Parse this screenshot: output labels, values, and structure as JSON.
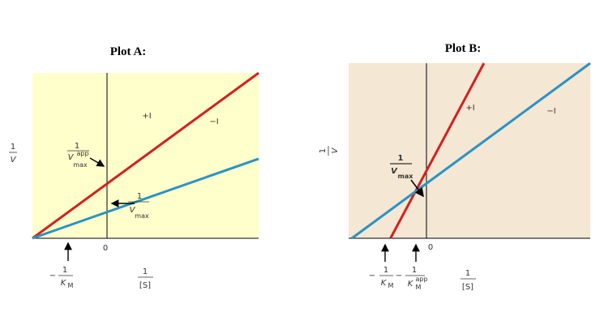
{
  "chart_data": [
    {
      "type": "line",
      "title": "Plot A:",
      "ylabel": {
        "num": "1",
        "den": "V"
      },
      "xlabel": {
        "num": "1",
        "den": "[S]"
      },
      "xlim": [
        -1.2,
        2.4
      ],
      "ylim": [
        0,
        2.6
      ],
      "x_tick_labels": [
        "0"
      ],
      "background": "#ffffcc",
      "series": [
        {
          "name": "+I",
          "color": "#d42020",
          "points": [
            [
              -1.2,
              0
            ],
            [
              2.4,
              2.6
            ]
          ]
        },
        {
          "name": "−I",
          "color": "#2a93c4",
          "points": [
            [
              -1.2,
              0
            ],
            [
              2.4,
              1.25
            ]
          ]
        }
      ],
      "annotations": [
        {
          "num": "1",
          "den_main": "V",
          "den_sup": "app",
          "den_sub": "max"
        },
        {
          "num": "1",
          "den_main": "V",
          "den_sub": "max"
        },
        {
          "prefix": "−",
          "num": "1",
          "den_main": "K",
          "den_sub": "M"
        }
      ]
    },
    {
      "type": "line",
      "title": "Plot B:",
      "ylabel": {
        "num": "1",
        "den": "V"
      },
      "xlabel": {
        "num": "1",
        "den": "[S]"
      },
      "xlim": [
        -1.25,
        2.5
      ],
      "ylim": [
        0,
        2.4
      ],
      "x_tick_labels": [
        "0"
      ],
      "background": "#f4e7d3",
      "series": [
        {
          "name": "+I",
          "color": "#d42020",
          "points": [
            [
              -0.6,
              0
            ],
            [
              0.85,
              2.4
            ]
          ]
        },
        {
          "name": "−I",
          "color": "#2a93c4",
          "points": [
            [
              -1.2,
              0
            ],
            [
              2.5,
              2.4
            ]
          ]
        }
      ],
      "annotations": [
        {
          "num": "1",
          "den_main": "V",
          "den_sub": "max"
        },
        {
          "prefix": "−",
          "num": "1",
          "den_main": "K",
          "den_sub": "M"
        },
        {
          "prefix": "−",
          "num": "1",
          "den_main": "K",
          "den_sup": "app",
          "den_sub": "M"
        }
      ]
    }
  ]
}
